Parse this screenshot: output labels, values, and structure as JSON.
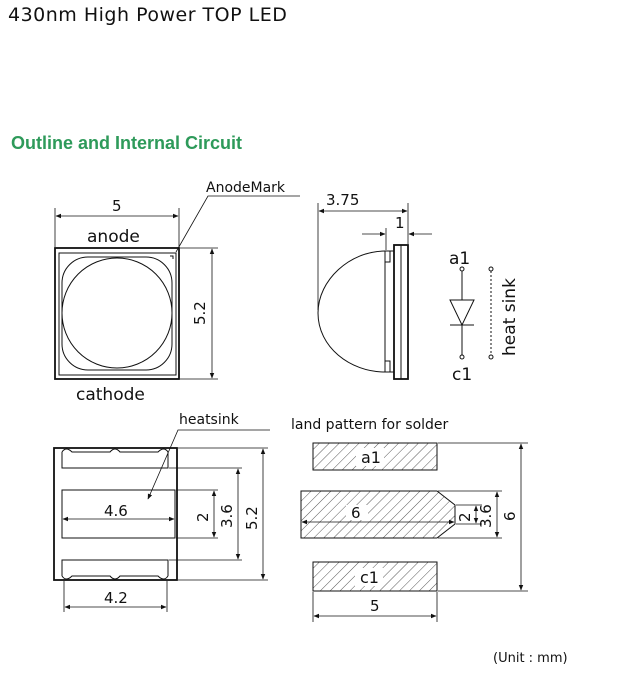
{
  "title": "430nm High Power TOP LED",
  "section_title": "Outline and Internal Circuit",
  "unit_note": "(Unit : mm)",
  "top_view": {
    "anode_mark_label": "AnodeMark",
    "width_dim": "5",
    "height_dim": "5.2",
    "anode_label": "anode",
    "cathode_label": "cathode"
  },
  "side_view": {
    "depth_dim": "3.75",
    "offset_dim": "1"
  },
  "circuit": {
    "a1_label": "a1",
    "c1_label": "c1",
    "heat_sink_label": "heat sink"
  },
  "bottom_view": {
    "heatsink_label": "heatsink",
    "pad_width_dim": "4.6",
    "pad_height_dim": "2",
    "inner_height_dim": "3.6",
    "total_height_dim": "5.2",
    "bottom_width_dim": "4.2"
  },
  "land_pattern": {
    "title": "land pattern for solder",
    "a1_label": "a1",
    "c1_label": "c1",
    "center_width_dim": "6",
    "pad_height_dim": "2",
    "inner_height_dim": "3.6",
    "total_height_dim": "6",
    "bottom_width_dim": "5"
  }
}
